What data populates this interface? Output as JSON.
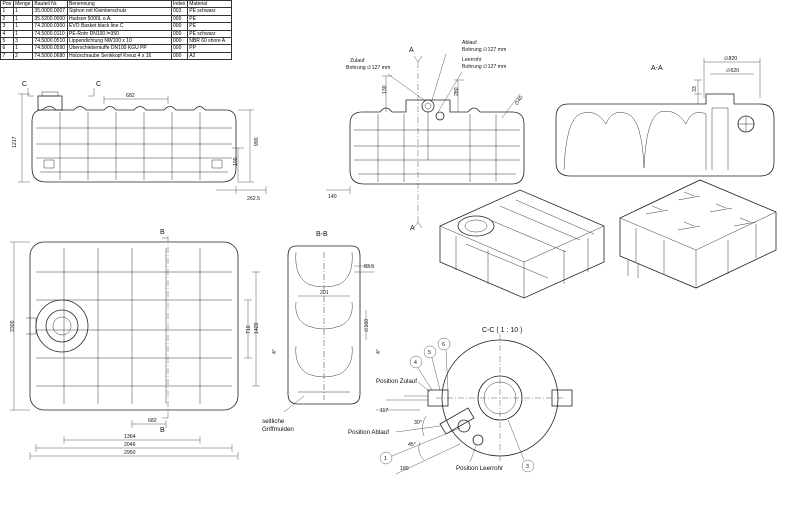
{
  "bom": {
    "headers": [
      "Pos",
      "Menge",
      "Bauteil Nr.",
      "Benennung",
      "Index",
      "Material"
    ],
    "rows": [
      [
        "1",
        "1",
        "35.0000.0007",
        "Siphon mit Kleintierschutz",
        "003",
        "PE schwarz"
      ],
      [
        "2",
        "1",
        "35.5200.0000",
        "Hudson 5000L o.A.",
        "000",
        "PE"
      ],
      [
        "3",
        "1",
        "74.2000.0300",
        "EVO Basket black line C",
        "000",
        "PE"
      ],
      [
        "4",
        "1",
        "74.5000.0110",
        "PE-Rohr DN100 l=350",
        "000",
        "PE schwarz"
      ],
      [
        "5",
        "3",
        "74.5000.0510",
        "Lippendichtung NW100 x 10",
        "000",
        "NBR 60 shore A"
      ],
      [
        "6",
        "1",
        "74.5000.0590",
        "Überschiebemuffe DN100 KGU PP",
        "000",
        "PP"
      ],
      [
        "7",
        "2",
        "74.5000.0680",
        "Holzschraube Senkkopf Kreuz 4 x 16",
        "000",
        "A2"
      ]
    ]
  },
  "front_view": {
    "section_c_left": "C",
    "section_c_right": "C",
    "dim_682": "682",
    "dim_1217": "1217",
    "dim_990": "990",
    "dim_100": "100",
    "dim_262_5": "262.5"
  },
  "side_view": {
    "zulauf_label": "Zulauf",
    "zulauf_bore": "Bohrung ∅127 mm",
    "ablauf_label": "Ablauf",
    "ablauf_bore": "Bohrung ∅127 mm",
    "leerrohr_label": "Leerrohr",
    "leerrohr_bore": "Bohrung ∅127 mm",
    "dim_130": "130",
    "dim_280": "280",
    "dim_40": "∅40",
    "dim_140": "140",
    "section_a_top": "A",
    "section_a_bottom": "A"
  },
  "section_aa": {
    "title": "A-A",
    "dim_820": "∅820",
    "dim_620": "∅620",
    "dim_33": "33"
  },
  "top_view": {
    "section_b_top": "B",
    "section_b_bottom": "B",
    "dim_710": "710",
    "dim_1420": "1420",
    "dim_2300": "2300",
    "dim_682": "682",
    "dim_1364": "1364",
    "dim_2046": "2046",
    "dim_2950": "2950"
  },
  "section_bb": {
    "title": "B-B",
    "dim_83_5": "83.5",
    "dim_201": "201",
    "dim_160": "∅160",
    "dim_4_left": "4°",
    "dim_4_right": "4°",
    "grip_label_1": "seitliche",
    "grip_label_2": "Griffmulden"
  },
  "section_cc": {
    "title": "C-C ( 1 : 10 )",
    "pos_zulauf": "Position Zulauf",
    "pos_ablauf": "Position Ablauf",
    "pos_leerrohr": "Position Leerrohr",
    "dim_117": "117",
    "dim_30": "30°",
    "dim_45": "45°",
    "dim_180": "180",
    "balloon_1": "1",
    "balloon_3": "3",
    "balloon_4": "4",
    "balloon_5": "5",
    "balloon_6": "6"
  }
}
